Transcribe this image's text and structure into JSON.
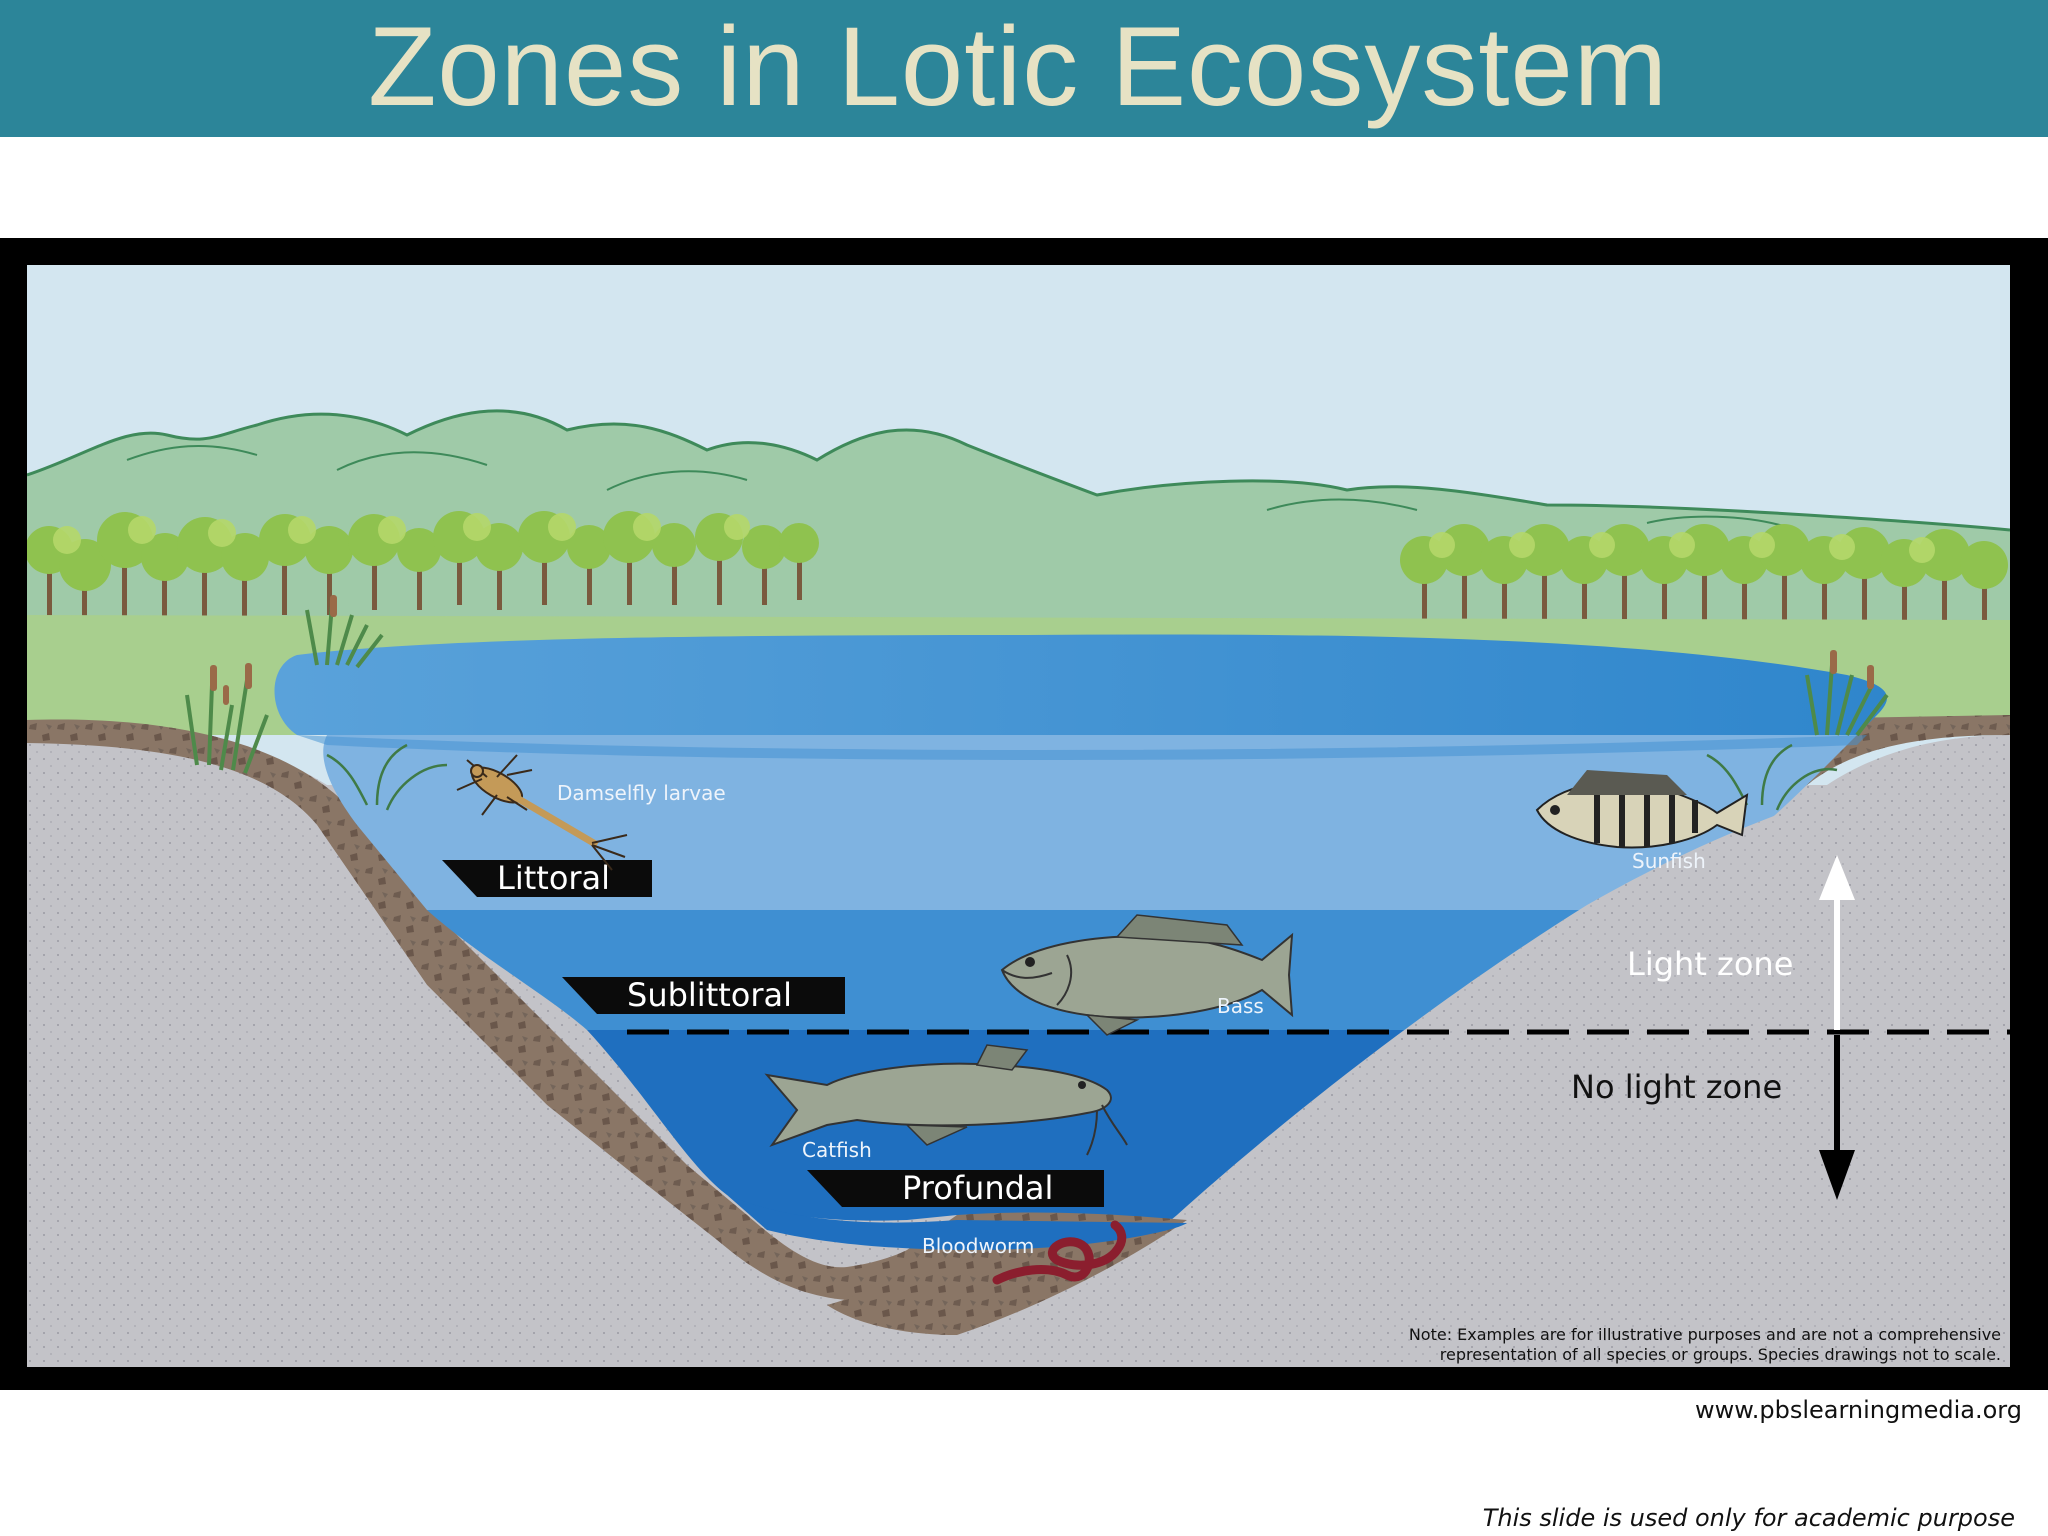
{
  "slide": {
    "title": "Zones in Lotic Ecosystem",
    "source": "www.pbslearningmedia.org",
    "disclaimer": "This slide is used only for academic purpose"
  },
  "zones": {
    "littoral": "Littoral",
    "sublittoral": "Sublittoral",
    "profundal": "Profundal",
    "light": "Light zone",
    "no_light": "No light zone"
  },
  "organisms": {
    "damselfly": "Damselfly larvae",
    "sunfish": "Sunfish",
    "bass": "Bass",
    "catfish": "Catfish",
    "bloodworm": "Bloodworm"
  },
  "note": {
    "line1": "Note: Examples are for illustrative purposes and are not a comprehensive",
    "line2": "representation of all species or groups. Species drawings not to scale."
  },
  "colors": {
    "title_bar": "#2c8599",
    "title_text": "#e6e2c4",
    "sky": "#d3e6f0",
    "hills": "#9fcaa8",
    "surface_water": "#4f9bd6",
    "littoral_water": "#7fb3e1",
    "sublittoral_water": "#3f8fd2",
    "profundal_water": "#1f6fbf",
    "ground": "#c3c3c8",
    "sediment": "#8a7666"
  }
}
